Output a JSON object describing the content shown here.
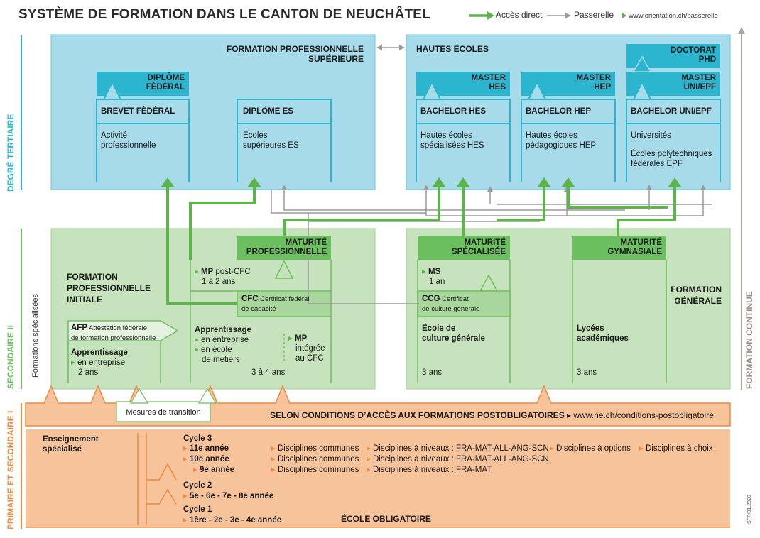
{
  "title": "SYSTÈME DE FORMATION DANS LE CANTON DE NEUCHÂTEL",
  "legend": {
    "direct": "Accès direct",
    "passerelle": "Passerelle",
    "link": "www.orientation.ch/passerelle"
  },
  "side": {
    "tertiaire": "DEGRÉ TERTIAIRE",
    "secondaire2": "SECONDAIRE II",
    "primaire": "PRIMAIRE ET SECONDAIRE I",
    "formations_specialisees": "Formations spécialisées",
    "formation_continue": "FORMATION CONTINUE",
    "code": "SFP/01.2020"
  },
  "tertiary": {
    "fps_header": [
      "FORMATION PROFESSIONNELLE",
      "SUPÉRIEURE"
    ],
    "he_header": "HAUTES ÉCOLES",
    "diplome_federal": [
      "DIPLÔME",
      "FÉDÉRAL"
    ],
    "brevet": "BREVET FÉDÉRAL",
    "brevet_text": [
      "Activité",
      "professionnelle"
    ],
    "diplome_es": "DIPLÔME ES",
    "es_text": [
      "Écoles",
      "supérieures ES"
    ],
    "master_hes": [
      "MASTER",
      "HES"
    ],
    "bachelor_hes": "BACHELOR HES",
    "hes_text": [
      "Hautes écoles",
      "spécialisées HES"
    ],
    "master_hep": [
      "MASTER",
      "HEP"
    ],
    "bachelor_hep": "BACHELOR HEP",
    "hep_text": [
      "Hautes écoles",
      "pédagogiques HEP"
    ],
    "doctorat": [
      "DOCTORAT",
      "PHD"
    ],
    "master_uni": [
      "MASTER",
      "UNI/EPF"
    ],
    "bachelor_uni": "BACHELOR UNI/EPF",
    "uni_text": [
      "Universités",
      "",
      "Écoles polytechniques",
      "fédérales EPF"
    ]
  },
  "secondary": {
    "fpi": [
      "FORMATION",
      "PROFESSIONNELLE",
      "INITIALE"
    ],
    "mat_pro": [
      "MATURITÉ",
      "PROFESSIONNELLE"
    ],
    "mp_postcfc_a": "MP",
    "mp_postcfc_b": " post-CFC",
    "mp_postcfc_c": "1 à 2 ans",
    "cfc_a": "CFC",
    "cfc_b": " Certificat fédéral",
    "cfc_c": "de capacité",
    "afp_a": "AFP",
    "afp_b": " Attestation fédérale",
    "afp_c": "de formation professionnelle",
    "app_afp": [
      "Apprentissage",
      "en entreprise",
      "2 ans"
    ],
    "app_cfc": [
      "Apprentissage",
      "en entreprise",
      "en école",
      "de métiers",
      "3 à 4 ans"
    ],
    "mp_integree": [
      "MP",
      "intégrée",
      "au CFC"
    ],
    "mat_spec": [
      "MATURITÉ",
      "SPÉCIALISÉE"
    ],
    "ms": [
      "MS",
      "1 an"
    ],
    "ccg_a": "CCG",
    "ccg_b": " Certificat",
    "ccg_c": "de culture générale",
    "ecg": [
      "École de",
      "culture générale",
      "3 ans"
    ],
    "mat_gym": [
      "MATURITÉ",
      "GYMNASIALE"
    ],
    "lycees": [
      "Lycées",
      "académiques",
      "3 ans"
    ],
    "fg": [
      "FORMATION",
      "GÉNÉRALE"
    ],
    "transition": "Mesures de transition"
  },
  "conditions": {
    "text": "SELON CONDITIONS D’ACCÈS AUX FORMATIONS POSTOBLIGATOIRES",
    "link": "www.ne.ch/conditions-postobligatoire"
  },
  "primary": {
    "ens_spec": [
      "Enseignement",
      "spécialisé"
    ],
    "cycle3": "Cycle 3",
    "y11": "11e année",
    "y10": "10e année",
    "y9": "9e année",
    "cycle2": "Cycle 2",
    "y5_8": "5e - 6e - 7e - 8e année",
    "cycle1": "Cycle 1",
    "y1_4": "1ère - 2e - 3e - 4e année",
    "ecole_obligatoire": "ÉCOLE OBLIGATOIRE",
    "disc_communes": "Disciplines communes",
    "disc_niveaux_full": "Disciplines à niveaux : FRA-MAT-ALL-ANG-SCN",
    "disc_niveaux_short": "Disciplines à niveaux : FRA-MAT",
    "disc_options": "Disciplines à options",
    "disc_choix": "Disciplines à choix"
  },
  "colors": {
    "tertiary_bg": "#a8dbe9",
    "tertiary_header": "#2bb5cf",
    "secondary_bg": "#c6e3bd",
    "secondary_header": "#6cbf5e",
    "primary_bg": "#f7c39a",
    "primary_border": "#f08a3e",
    "arrow_green": "#5cb44a",
    "arrow_gray": "#9a9a9a"
  }
}
